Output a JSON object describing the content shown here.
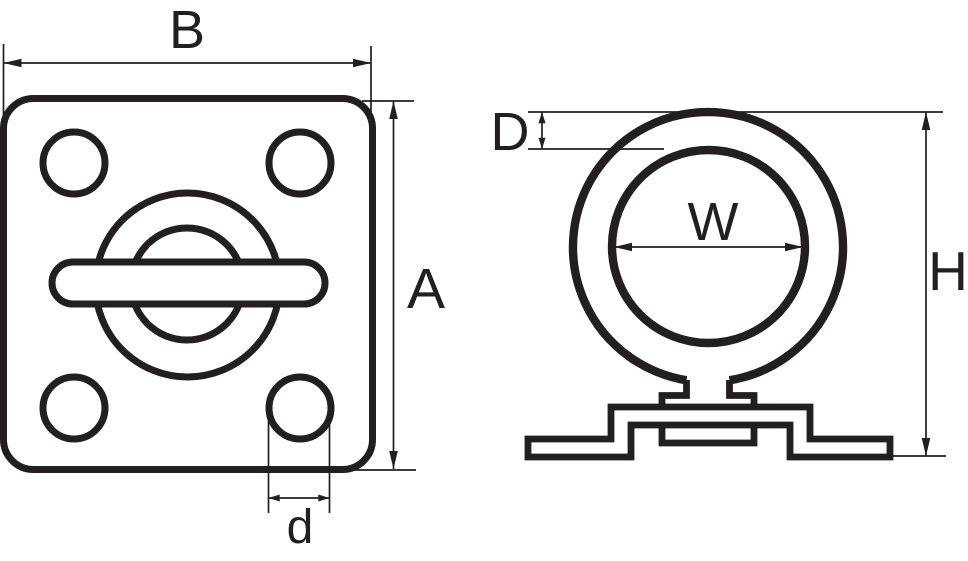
{
  "colors": {
    "ink": "#231f20",
    "background": "#ffffff"
  },
  "front_view": {
    "width_label": "B",
    "height_label": "A",
    "hole_diameter_label": "d"
  },
  "side_view": {
    "ring_section_label": "D",
    "inner_width_label": "W",
    "overall_height_label": "H"
  }
}
